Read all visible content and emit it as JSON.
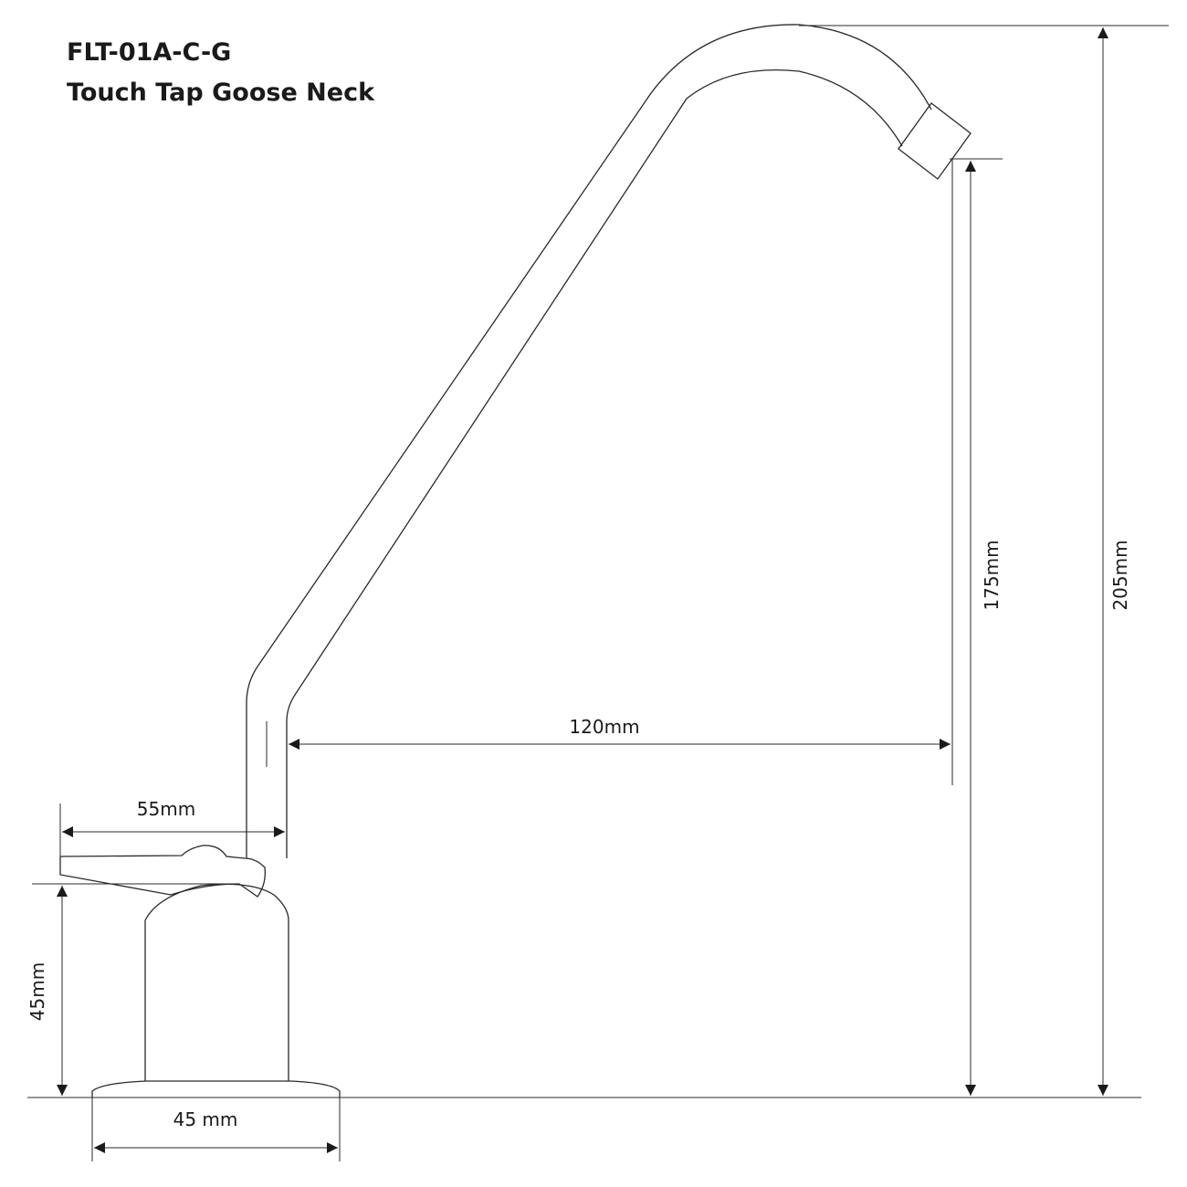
{
  "title": {
    "model": "FLT-01A-C-G",
    "name": "Touch Tap Goose Neck"
  },
  "dimensions": {
    "total_height": "205mm",
    "spout_height": "175mm",
    "reach": "120mm",
    "lever_length": "55mm",
    "base_height": "45mm",
    "base_width": "45 mm"
  }
}
